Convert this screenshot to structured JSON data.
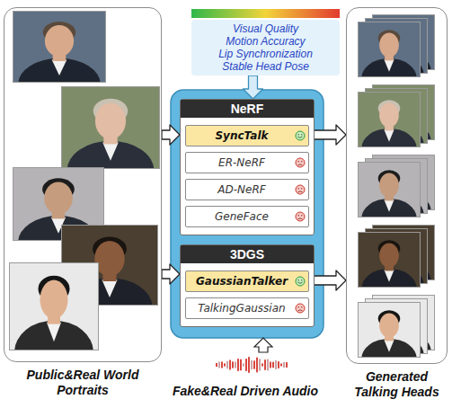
{
  "diagram": {
    "nodes": [
      {
        "text": [
          "Public&Real World Portraits"
        ]
      },
      {
        "text": [
          "Visual Quality",
          "Motion Accuracy",
          "Lip Synchronization",
          "Stable Head Pose"
        ]
      },
      {
        "text": [
          "NeRF"
        ]
      },
      {
        "text": [
          "SyncTalk"
        ],
        "in": 2
      },
      {
        "text": [
          "ER-NeRF"
        ],
        "in": 2
      },
      {
        "text": [
          "AD-NeRF"
        ],
        "in": 2
      },
      {
        "text": [
          "GeneFace"
        ],
        "in": 2
      },
      {
        "text": [
          "3DGS"
        ]
      },
      {
        "text": [
          "GaussianTalker"
        ],
        "in": 7
      },
      {
        "text": [
          "TalkingGaussian"
        ],
        "in": 7
      },
      {
        "text": [
          "Generated Talking Heads"
        ]
      }
    ],
    "edges": [
      {
        "from": 1,
        "to": 2,
        "arrow": "to"
      },
      {
        "from": 0,
        "to": 2,
        "arrow": "to"
      },
      {
        "from": 0,
        "to": 7,
        "arrow": "to"
      },
      {
        "from": 3,
        "to": 10,
        "arrow": "to"
      },
      {
        "from": 8,
        "to": 10,
        "arrow": "to"
      }
    ],
    "labels": [
      "Fake&Real Driven Audio"
    ]
  }
}
